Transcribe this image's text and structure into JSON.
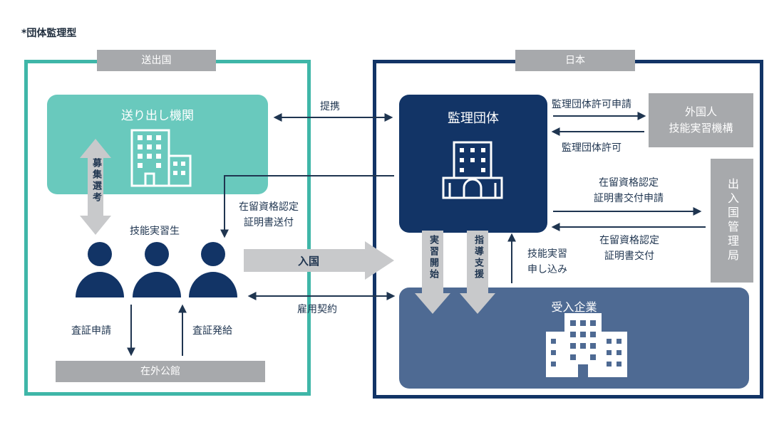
{
  "title": "*団体監理型",
  "regions": {
    "left_tag": "送出国",
    "right_tag": "日本"
  },
  "nodes": {
    "sending_org": "送り出し機関",
    "supervising_org": "監理団体",
    "accepting_company": "受入企業",
    "otit_line1": "外国人",
    "otit_line2": "技能実習機構",
    "immigration": "出入国管理局",
    "embassy": "在外公館",
    "trainees": "技能実習生"
  },
  "edges": {
    "partnership": "提携",
    "permit_application": "監理団体許可申請",
    "permit": "監理団体許可",
    "coe_application_line1": "在留資格認定",
    "coe_application_line2": "証明書交付申請",
    "coe_issue_line1": "在留資格認定",
    "coe_issue_line2": "証明書交付",
    "coe_send_line1": "在留資格認定",
    "coe_send_line2": "証明書送付",
    "recruit_select": "募集選考",
    "entry": "入国",
    "employment_contract": "雇用契約",
    "visa_application": "査証申請",
    "visa_issuance": "査証発給",
    "training_start": "実習開始",
    "guidance_support": "指導支援",
    "training_application_line1": "技能実習",
    "training_application_line2": "申し込み"
  },
  "colors": {
    "teal_frame": "#3fb6a8",
    "teal_box": "#69c9bd",
    "navy": "#123466",
    "slate": "#4e6a93",
    "grey": "#a7a9ac",
    "arrow_grey": "#c8c9cb"
  },
  "icons": [
    "building-icon",
    "institution-icon",
    "office-tower-icon",
    "person-icon"
  ]
}
